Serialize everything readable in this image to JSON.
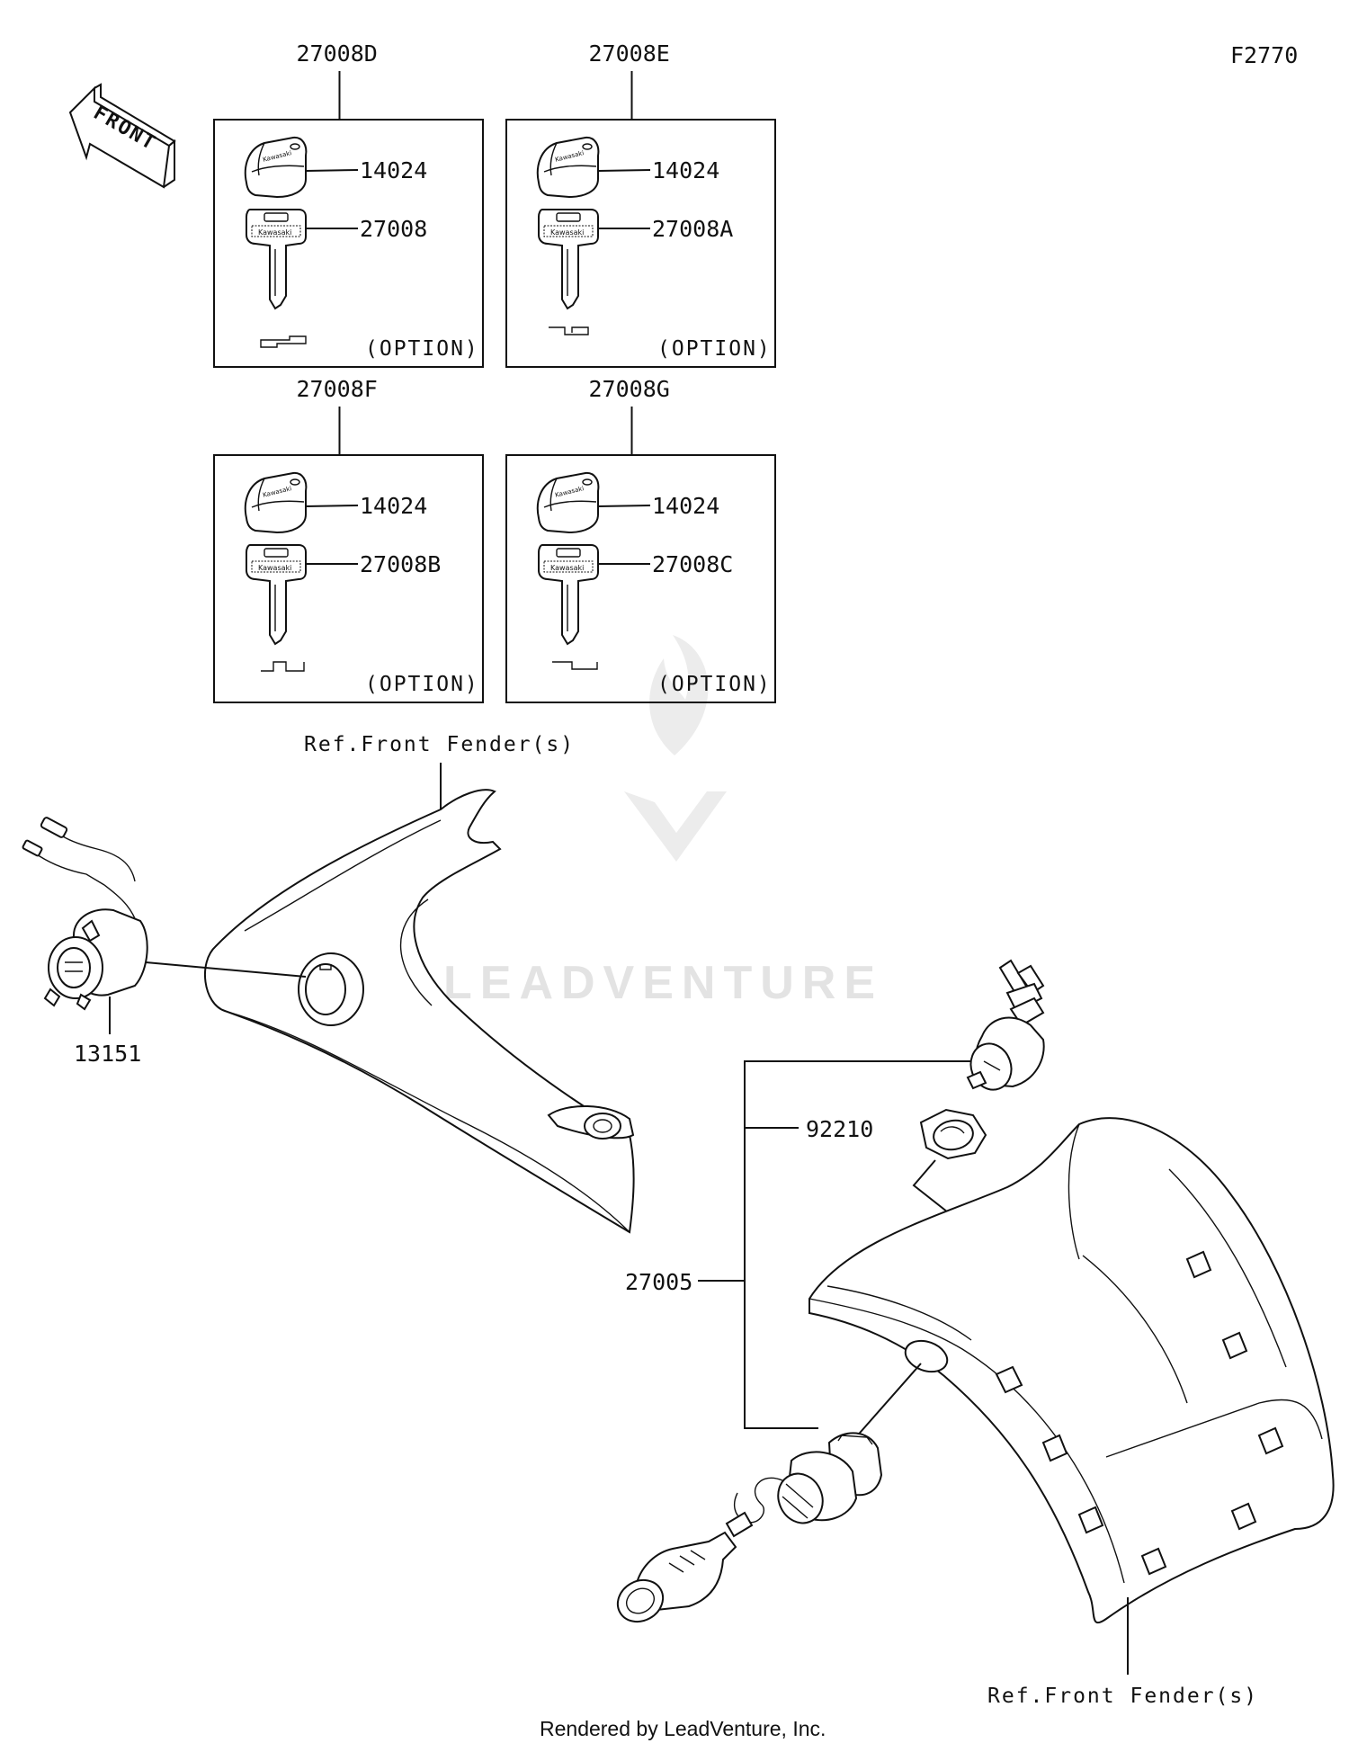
{
  "figure_code": "F2770",
  "front_arrow": {
    "label": "FRONT"
  },
  "watermark": {
    "brand": "LEADVENTURE",
    "icon": "flame-v-logo"
  },
  "option_kits": [
    {
      "kit": "27008D",
      "knob": "14024",
      "key": "27008",
      "note": "(OPTION)"
    },
    {
      "kit": "27008E",
      "knob": "14024",
      "key": "27008A",
      "note": "(OPTION)"
    },
    {
      "kit": "27008F",
      "knob": "14024",
      "key": "27008B",
      "note": "(OPTION)"
    },
    {
      "kit": "27008G",
      "knob": "14024",
      "key": "27008C",
      "note": "(OPTION)"
    }
  ],
  "left_assembly": {
    "ref_label": "Ref.Front Fender(s)",
    "switch_part": "13151"
  },
  "right_assembly": {
    "nut_part": "92210",
    "switch_assembly_part": "27005",
    "ref_label": "Ref.Front Fender(s)"
  },
  "footer": "Rendered by LeadVenture, Inc."
}
